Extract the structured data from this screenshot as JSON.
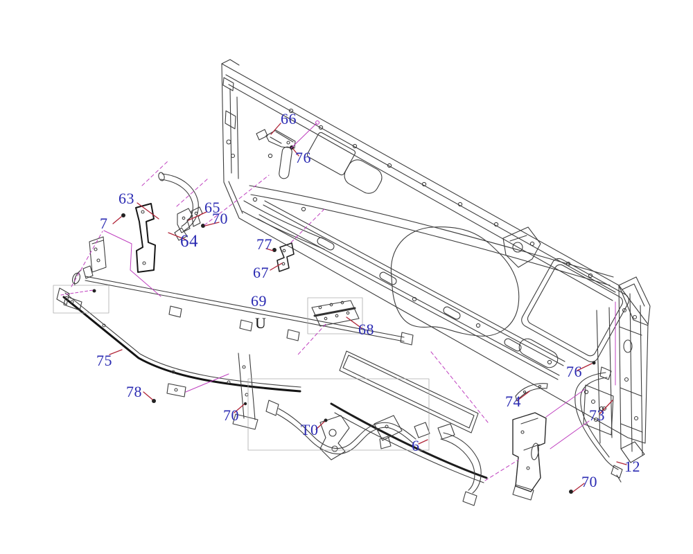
{
  "figure": {
    "background": "#ffffff"
  },
  "colors": {
    "label_blue": "#2a2ab2",
    "label_black": "#141414",
    "leader_red": "#b02437",
    "construction_magenta": "#bf3fbf",
    "drawing_line": "#3c3c3c",
    "bold_line": "#161616",
    "box_gray": "#aaaaaa"
  },
  "callouts": [
    {
      "id": "66",
      "text": "66"
    },
    {
      "id": "76-top",
      "text": "76"
    },
    {
      "id": "63",
      "text": "63"
    },
    {
      "id": "7",
      "text": "7"
    },
    {
      "id": "65",
      "text": "65"
    },
    {
      "id": "70-upper",
      "text": "70"
    },
    {
      "id": "64",
      "text": "64"
    },
    {
      "id": "77",
      "text": "77"
    },
    {
      "id": "67",
      "text": "67"
    },
    {
      "id": "69",
      "text": "69"
    },
    {
      "id": "U",
      "text": "U"
    },
    {
      "id": "68",
      "text": "68"
    },
    {
      "id": "75",
      "text": "75"
    },
    {
      "id": "78",
      "text": "78"
    },
    {
      "id": "70-lower-left",
      "text": "70"
    },
    {
      "id": "T0",
      "text": "T0"
    },
    {
      "id": "6",
      "text": "6"
    },
    {
      "id": "74",
      "text": "74"
    },
    {
      "id": "76-right",
      "text": "76"
    },
    {
      "id": "73",
      "text": "73"
    },
    {
      "id": "12",
      "text": "12"
    },
    {
      "id": "70-lower-right",
      "text": "70"
    }
  ]
}
